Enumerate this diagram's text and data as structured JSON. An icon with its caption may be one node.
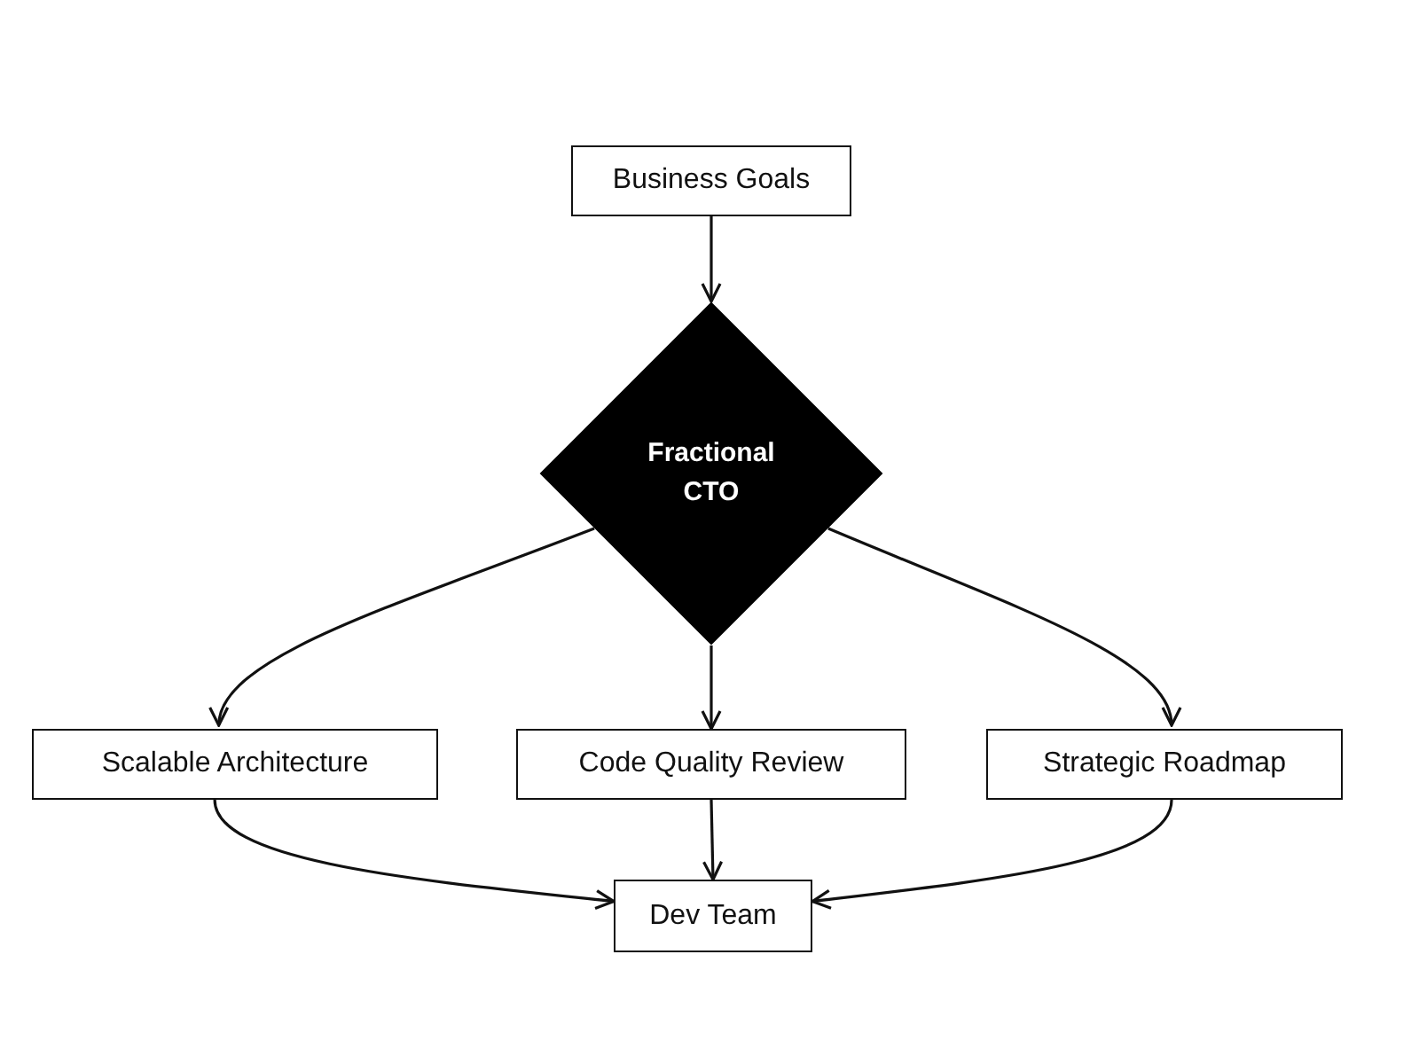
{
  "diagram": {
    "nodes": [
      {
        "text": [
          "Business Goals"
        ]
      },
      {
        "text": [
          "Fractional CTO"
        ]
      },
      {
        "text": [
          "Scalable Architecture"
        ]
      },
      {
        "text": [
          "Code Quality Review"
        ]
      },
      {
        "text": [
          "Strategic Roadmap"
        ]
      },
      {
        "text": [
          "Dev Team"
        ]
      }
    ],
    "edges": [
      {
        "from": 0,
        "to": 1,
        "arrow": "to"
      },
      {
        "from": 1,
        "to": 2,
        "arrow": "to"
      },
      {
        "from": 1,
        "to": 3,
        "arrow": "to"
      },
      {
        "from": 1,
        "to": 4,
        "arrow": "to"
      },
      {
        "from": 2,
        "to": 5,
        "arrow": "to"
      },
      {
        "from": 3,
        "to": 5,
        "arrow": "to"
      },
      {
        "from": 4,
        "to": 5,
        "arrow": "to"
      }
    ]
  }
}
